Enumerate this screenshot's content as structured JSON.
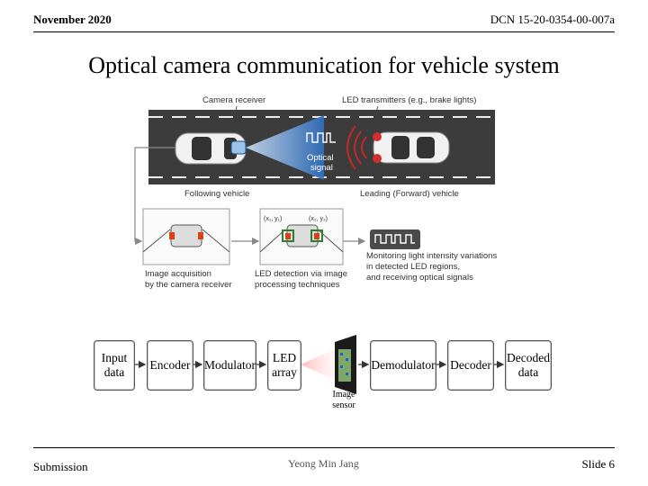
{
  "header": {
    "date": "November 2020",
    "doc_id": "DCN 15-20-0354-00-007a"
  },
  "title": "Optical camera communication for vehicle system",
  "figure": {
    "camera_receiver": "Camera receiver",
    "led_transmitters": "LED transmitters (e.g., brake lights)",
    "optical_signal_1": "Optical",
    "optical_signal_2": "signal",
    "following_vehicle": "Following vehicle",
    "leading_vehicle": "Leading (Forward) vehicle",
    "coord_1": "(x₁, y₁)",
    "coord_2": "(x₂, y₂)",
    "caption_acq_1": "Image acquisition",
    "caption_acq_2": "by the camera receiver",
    "caption_led_1": "LED detection via image",
    "caption_led_2": "processing techniques",
    "caption_mon_1": "Monitoring light intensity variations",
    "caption_mon_2": "in detected LED regions,",
    "caption_mon_3": "and receiving optical signals"
  },
  "blocks": {
    "input_1": "Input",
    "input_2": "data",
    "encoder": "Encoder",
    "modulator": "Modulator",
    "led_1": "LED",
    "led_2": "array",
    "demodulator": "Demodulator",
    "decoder": "Decoder",
    "decoded_1": "Decoded",
    "decoded_2": "data",
    "image_sensor_1": "Image",
    "image_sensor_2": "sensor"
  },
  "footer": {
    "left": "Submission",
    "center": "Yeong Min Jang",
    "right": "Slide  6"
  }
}
